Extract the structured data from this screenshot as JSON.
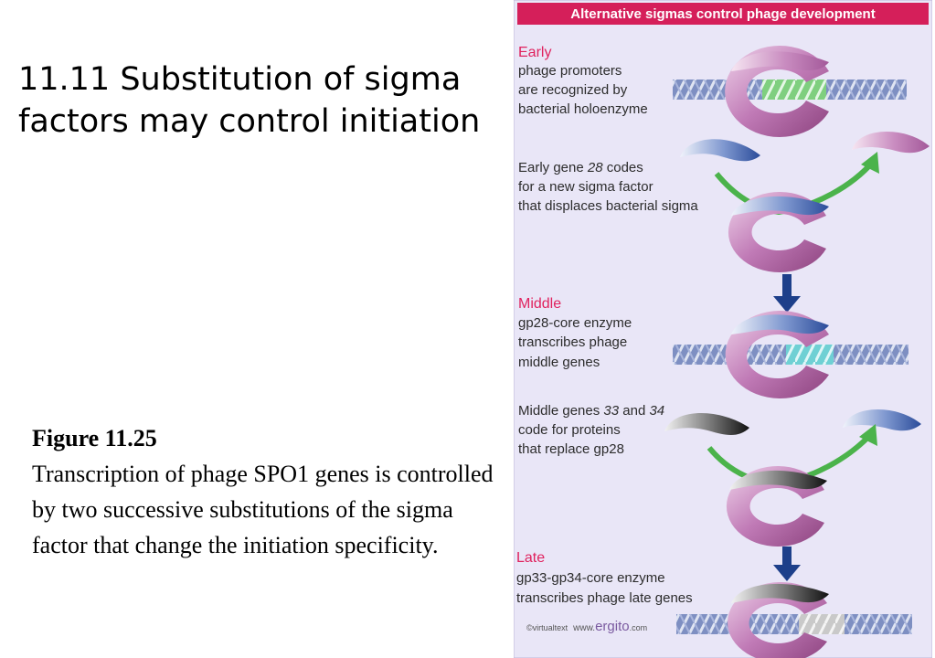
{
  "slide": {
    "title": "11.11 Substitution of sigma factors may control initiation"
  },
  "caption": {
    "heading": "Figure 11.25",
    "body": "Transcription of phage SPO1 genes is controlled by two successive substitutions of the sigma factor that change the initiation specificity."
  },
  "figure": {
    "header": "Alternative sigmas control phage development",
    "early": {
      "stage_label": "Early",
      "lines": [
        "phage promoters",
        "are recognized by",
        "bacterial holoenzyme"
      ]
    },
    "switch1": {
      "line1_pre": "Early gene ",
      "line1_num": "28",
      "line1_post": " codes",
      "line2": "for a new sigma factor",
      "line3": "that displaces bacterial sigma"
    },
    "middle": {
      "stage_label": "Middle",
      "lines": [
        "gp28-core enzyme",
        "transcribes phage",
        "middle genes"
      ]
    },
    "switch2": {
      "line1_pre": "Middle genes ",
      "line1_num1": "33",
      "line1_mid": " and ",
      "line1_num2": "34",
      "line2": "code for proteins",
      "line3": "that replace gp28"
    },
    "late": {
      "stage_label": "Late",
      "lines": [
        "gp33-gp34-core enzyme",
        "transcribes phage late genes"
      ]
    },
    "credit": {
      "virtualtext": "©virtualtext",
      "www": "www.",
      "brand": "ergito",
      "tld": ".com"
    },
    "colors": {
      "panel_bg": "#e9e6f7",
      "header_bg": "#d51f5a",
      "stage_label": "#e0225e",
      "core_enzyme": "#b46aa8",
      "bacterial_sigma": "#c080b8",
      "gp28_sigma": "#3f5fa8",
      "gp33_34_sigma": "#222222",
      "arrow_green": "#4bb34b",
      "arrow_blue": "#1d3f8a"
    }
  }
}
